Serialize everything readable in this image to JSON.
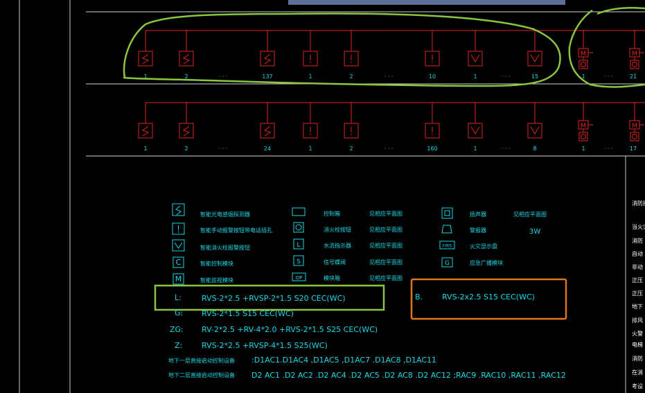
{
  "colors": {
    "background": "#000000",
    "frame": "#cfcfcf",
    "wire": "#e02424",
    "text_cyan": "#16d9e6",
    "highlight_green": "#8cc63f",
    "highlight_orange": "#e0781e",
    "top_bar": "#5e6f96"
  },
  "row1": {
    "labels": [
      "1",
      "2",
      "· · ·",
      "137",
      "1",
      "2",
      "· · ·",
      "10",
      "1",
      "· · ·",
      "15"
    ],
    "right_labels": [
      "1",
      "· · ·",
      "21"
    ]
  },
  "row2": {
    "labels": [
      "1",
      "2",
      "· · ·",
      "24",
      "1",
      "2",
      "· · ·",
      "160",
      "1",
      "· · ·",
      "8"
    ],
    "right_labels": [
      "1",
      "· · ·",
      "17"
    ]
  },
  "legend": {
    "col1": [
      {
        "icon": "smoke-detector-icon",
        "glyph": "S",
        "text": "智能光电感烟探测器"
      },
      {
        "icon": "manual-alarm-icon",
        "glyph": "!",
        "text": "智能手动报警按钮带电话插孔"
      },
      {
        "icon": "hydrant-button-icon",
        "glyph": "Y",
        "text": "智能消火栓报警按钮"
      },
      {
        "icon": "control-module-icon",
        "glyph": "C",
        "text": "智能控制模块"
      },
      {
        "icon": "monitor-module-icon",
        "glyph": "M",
        "text": "智能监视模块"
      }
    ],
    "col2": [
      {
        "icon": "blank-box-icon",
        "glyph": "",
        "text": "控制箱",
        "location": "见相应平面图"
      },
      {
        "icon": "fire-shutter-icon",
        "glyph": "⊗",
        "text": "消火栓按钮",
        "location": "见相应平面图"
      },
      {
        "icon": "water-flow-icon",
        "glyph": "L",
        "text": "水流指示器",
        "location": "见相应平面图"
      },
      {
        "icon": "signal-valve-icon",
        "glyph": "S",
        "text": "信号蝶阀",
        "location": "见相应平面图"
      },
      {
        "icon": "input-output-icon",
        "glyph": "OP",
        "text": "模块箱",
        "location": "见相应平面图"
      }
    ],
    "col3": [
      {
        "icon": "speaker-icon",
        "glyph": "◫",
        "text": "扬声器",
        "location": "见相应平面图"
      },
      {
        "icon": "sounder-icon",
        "glyph": "⌂",
        "text": "警报器",
        "location": "3W"
      },
      {
        "icon": "fire-display-icon",
        "glyph": "FIRS",
        "text": "火灾显示盘",
        "location": ""
      },
      {
        "icon": "broadcast-icon",
        "glyph": "G",
        "text": "应急广播模块",
        "location": ""
      }
    ]
  },
  "cables": [
    {
      "key": "L:",
      "spec": "RVS-2*2.5 +RVSP-2*1.5  S20  CEC(WC)"
    },
    {
      "key": "G:",
      "spec": "RVS-2*1.5  S15  CEC(WC)"
    },
    {
      "key": "ZG:",
      "spec": "RV-2*2.5 +RV-4*2.0 +RVS-2*1.5  S25  CEC(WC)"
    },
    {
      "key": "Z:",
      "spec": "RVS-2*2.5 +RVSP-4*1.5  S25(WC)"
    }
  ],
  "cable_b": {
    "key": "B.",
    "spec": "RVS-2x2.5  S15  CEC(WC)"
  },
  "controls": [
    {
      "label": "地下一层直接启动控制设备",
      "value": ":D1AC1.D1AC4 ,D1AC5 ,D1AC7 .D1AC8 ,D1AC11"
    },
    {
      "label": "地下二层直接启动控制设备",
      "value": "D2 AC1 .D2 AC2 .D2 AC4 .D2 AC5 .D2 AC8 .D2 AC12 ;RAC9 .RAC10 ,RAC11 ,RAC12"
    }
  ],
  "side_notes": [
    "消防控",
    "当火灾",
    "消防",
    "自动",
    "非动",
    "正压",
    "正压",
    "地下",
    "排风",
    "火警",
    "电梯",
    "消防",
    "在消",
    "考设"
  ]
}
